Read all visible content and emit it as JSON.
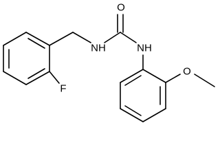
{
  "molecule": {
    "atoms": {
      "O": "O",
      "NH_left": "NH",
      "NH_right": "NH",
      "F": "F",
      "O_methoxy": "O"
    }
  }
}
